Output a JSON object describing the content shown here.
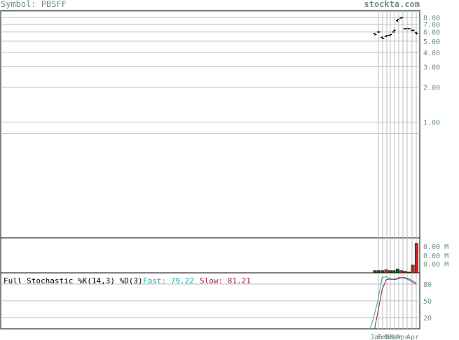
{
  "header": {
    "symbol_label": "Symbol: PBSFF",
    "site_label": "stockta.com"
  },
  "colors": {
    "text_gray": "#6f8f86",
    "grid": "#bdbdbd",
    "volume_up": "#1e5a1e",
    "volume_down": "#d82020",
    "fast_line": "#2aa9a0",
    "slow_line": "#8e2244"
  },
  "chart_data": [
    {
      "type": "ohlc",
      "name": "price",
      "scale": "log",
      "ylim": [
        0.1,
        9.2
      ],
      "y_ticks": [
        {
          "value": 8.0,
          "label": "8.00"
        },
        {
          "value": 7.0,
          "label": "7.00"
        },
        {
          "value": 6.0,
          "label": "6.00"
        },
        {
          "value": 5.0,
          "label": "5.00"
        },
        {
          "value": 4.0,
          "label": "4.00"
        },
        {
          "value": 3.0,
          "label": "3.00"
        },
        {
          "value": 2.0,
          "label": "2.00"
        },
        {
          "value": 1.0,
          "label": "1.00"
        }
      ],
      "extra_gridlines": [
        9.0,
        0.8
      ],
      "bars": [
        {
          "open": 5.8,
          "high": 5.9,
          "low": 5.6,
          "close": 5.7
        },
        {
          "open": 6.0,
          "high": 6.1,
          "low": 5.9,
          "close": 6.0
        },
        {
          "open": 5.4,
          "high": 5.5,
          "low": 5.2,
          "close": 5.3
        },
        {
          "open": 5.5,
          "high": 5.6,
          "low": 5.4,
          "close": 5.6
        },
        {
          "open": 5.6,
          "high": 5.8,
          "low": 5.5,
          "close": 5.7
        },
        {
          "open": 6.0,
          "high": 6.3,
          "low": 5.9,
          "close": 6.2
        },
        {
          "open": 7.5,
          "high": 7.8,
          "low": 7.3,
          "close": 7.7
        },
        {
          "open": 7.9,
          "high": 8.1,
          "low": 7.8,
          "close": 8.0
        },
        {
          "open": 6.4,
          "high": 6.5,
          "low": 6.3,
          "close": 6.4
        },
        {
          "open": 6.4,
          "high": 6.5,
          "low": 6.3,
          "close": 6.4
        },
        {
          "open": 6.2,
          "high": 6.3,
          "low": 6.1,
          "close": 6.2
        },
        {
          "open": 5.9,
          "high": 6.0,
          "low": 5.7,
          "close": 5.8
        }
      ]
    },
    {
      "type": "bar",
      "name": "volume",
      "y_tick_labels": [
        "0.00 M",
        "0.00 M",
        "0.00 M"
      ],
      "values": [
        3,
        3,
        3,
        4,
        3,
        3,
        5,
        3,
        2,
        1,
        10,
        38
      ],
      "up": [
        true,
        true,
        true,
        false,
        true,
        true,
        true,
        false,
        true,
        true,
        false,
        false
      ],
      "ylim": [
        0,
        45
      ]
    },
    {
      "type": "line",
      "name": "stochastic",
      "title": "Full Stochastic %K(14,3) %D(3)",
      "fast_label": "Fast: 79.22",
      "slow_label": "Slow: 81.21",
      "ylim": [
        0,
        100
      ],
      "y_ticks": [
        {
          "value": 80,
          "label": "80"
        },
        {
          "value": 50,
          "label": "50"
        },
        {
          "value": 20,
          "label": "20"
        }
      ],
      "fast": [
        -5,
        20,
        50,
        92,
        93,
        88,
        89,
        92,
        91,
        88,
        83,
        79.22
      ],
      "slow": [
        -30,
        -10,
        30,
        70,
        88,
        89,
        88,
        90,
        92,
        90,
        86,
        81.21
      ]
    }
  ],
  "x_axis": {
    "month_labels": [
      "Jan",
      "Feb",
      "Mar",
      "Mar",
      "Apr",
      "Apr"
    ]
  }
}
